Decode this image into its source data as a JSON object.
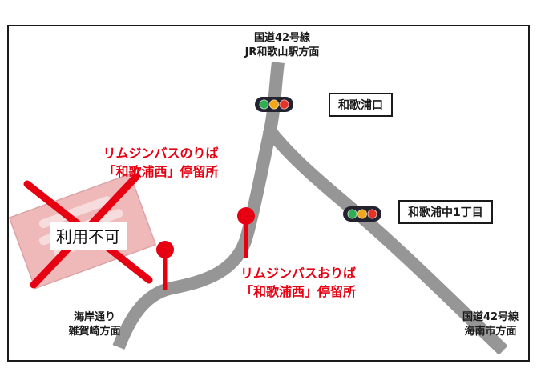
{
  "colors": {
    "accent_red": "#e60012",
    "road_gray": "#969696",
    "pink_box": "#efb9ba",
    "signal_body": "#23232f",
    "signal_green": "#2fae52",
    "signal_yellow": "#f2a71b",
    "signal_red": "#e5332a",
    "border_black": "#1a1a1a"
  },
  "icons": {
    "traffic_light": "traffic-light-icon",
    "bus_stop_marker": "bus-stop-marker-icon",
    "cross_out": "cross-out-icon"
  },
  "top_label": {
    "line1": "国道42号線",
    "line2": "JR和歌山駅方面"
  },
  "intersections": {
    "wakauraguchi": {
      "label": "和歌浦口"
    },
    "wakaura_naka_1chome": {
      "label": "和歌浦中1丁目"
    }
  },
  "bus_stops": {
    "boarding": {
      "line1": "リムジンバスのりば",
      "line2": "「和歌浦西」停留所"
    },
    "alighting": {
      "line1": "リムジンバスおりば",
      "line2": "「和歌浦西」停留所"
    }
  },
  "closed_area": {
    "label": "利用不可"
  },
  "bottom_left_label": {
    "line1": "海岸通り",
    "line2": "雑賀崎方面"
  },
  "bottom_right_label": {
    "line1": "国道42号線",
    "line2": "海南市方面"
  }
}
